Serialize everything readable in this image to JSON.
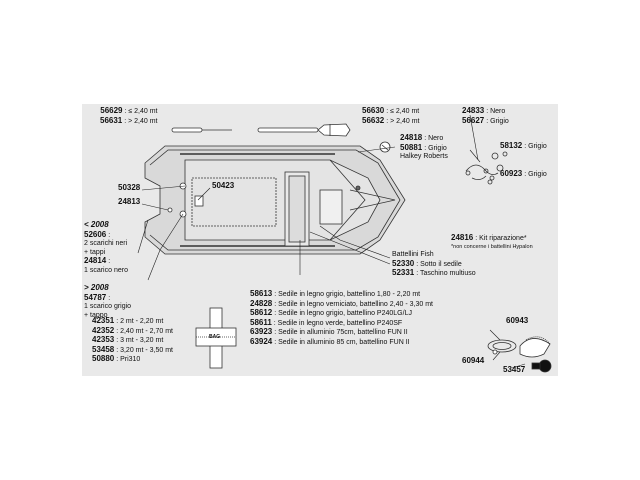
{
  "oars": {
    "short": [
      {
        "code": "56629",
        "text": ": ≤ 2,40 mt"
      },
      {
        "code": "56631",
        "text": ": > 2,40 mt"
      }
    ],
    "long": [
      {
        "code": "56630",
        "text": ": ≤ 2,40 mt"
      },
      {
        "code": "56632",
        "text": ": > 2,40 mt"
      }
    ]
  },
  "valves": {
    "items": [
      {
        "code": "24818",
        "text": ": Nero"
      },
      {
        "code": "50881",
        "text": ": Grigio"
      }
    ],
    "note": "Halkey Roberts"
  },
  "handles": [
    {
      "code": "24833",
      "text": ": Nero"
    },
    {
      "code": "56627",
      "text": ": Grigio"
    }
  ],
  "parts_right": [
    {
      "code": "58132",
      "text": ": Grigio"
    },
    {
      "code": "60923",
      "text": ": Grigio"
    }
  ],
  "codes_left": {
    "a": "50328",
    "b": "24813",
    "c": "50423"
  },
  "before_2008": {
    "heading": "< 2008",
    "items": [
      {
        "code": "52606",
        "text": ":"
      },
      {
        "code": "",
        "text": "2 scarichi neri"
      },
      {
        "code": "",
        "text": "+ tappi"
      },
      {
        "code": "24814",
        "text": ":"
      },
      {
        "code": "",
        "text": "1 scarico nero"
      }
    ]
  },
  "after_2008": {
    "heading": "> 2008",
    "items": [
      {
        "code": "54787",
        "text": ":"
      },
      {
        "code": "",
        "text": "1 scarico grigio"
      },
      {
        "code": "",
        "text": "+ tappo"
      }
    ]
  },
  "repair": {
    "code": "24816",
    "text": ": Kit riparazione*",
    "note": "*non concerne i battellini Hypalon"
  },
  "fish": {
    "title": "Battellini Fish",
    "items": [
      {
        "code": "52330",
        "text": ": Sotto il sedile"
      },
      {
        "code": "52331",
        "text": ": Taschino multiuso"
      }
    ]
  },
  "seats": [
    {
      "code": "58613",
      "text": ": Sedile in legno grigio, battellino 1,80 - 2,20 mt"
    },
    {
      "code": "24828",
      "text": ": Sedile in legno verniciato, battellino 2,40 - 3,30 mt"
    },
    {
      "code": "58612",
      "text": ": Sedile in legno grigio, battellino P240LG/LJ"
    },
    {
      "code": "58611",
      "text": ": Sedile in legno verde, battellino P240SF"
    },
    {
      "code": "63923",
      "text": ": Sedile in alluminio 75cm, battellino FUN II"
    },
    {
      "code": "63924",
      "text": ": Sedile in alluminio 85 cm, battellino FUN II"
    }
  ],
  "bags": [
    {
      "code": "42351",
      "text": ": 2 mt - 2,20 mt"
    },
    {
      "code": "42352",
      "text": ": 2,40 mt - 2,70 mt"
    },
    {
      "code": "42353",
      "text": ": 3 mt - 3,20 mt"
    },
    {
      "code": "53458",
      "text": ": 3,20 mt - 3,50 mt"
    },
    {
      "code": "50880",
      "text": ": Pri310"
    }
  ],
  "bag_label": "BAG",
  "pump": {
    "top": "60943",
    "left": "60944",
    "bottom": "53457"
  }
}
